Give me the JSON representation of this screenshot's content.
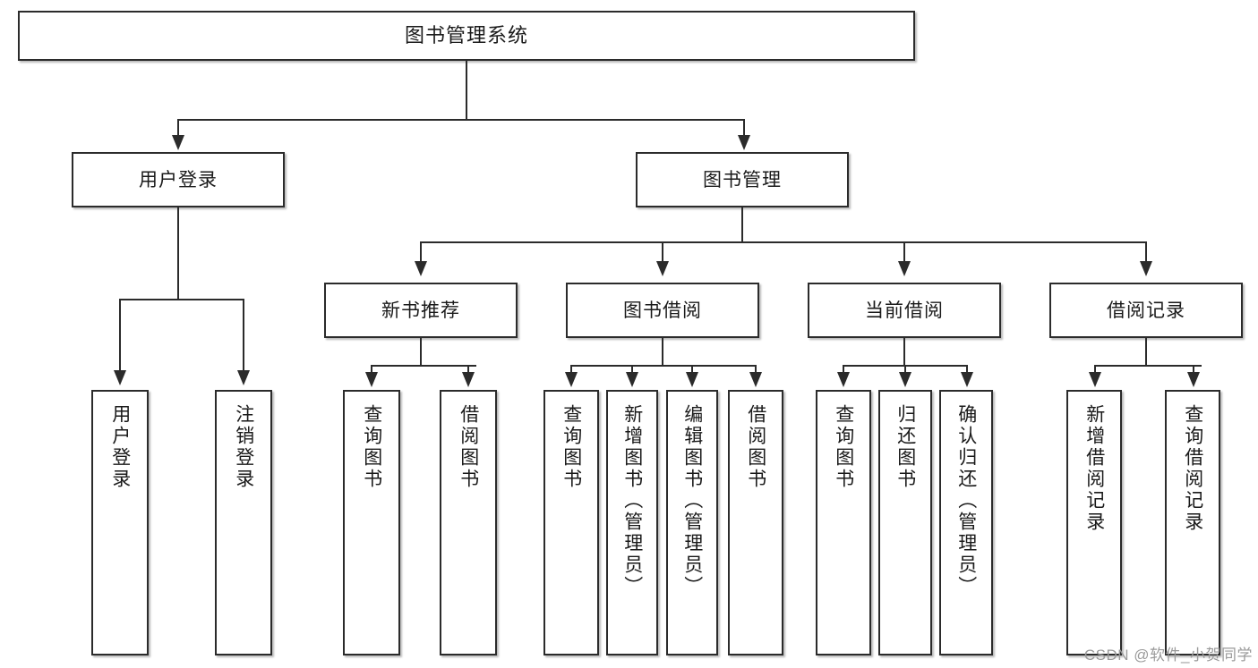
{
  "diagram": {
    "title": "图书管理系统",
    "type": "功能结构图",
    "root": {
      "label": "图书管理系统"
    },
    "level1": [
      {
        "label": "用户登录"
      },
      {
        "label": "图书管理"
      }
    ],
    "level2": [
      {
        "label": "新书推荐"
      },
      {
        "label": "图书借阅"
      },
      {
        "label": "当前借阅"
      },
      {
        "label": "借阅记录"
      }
    ],
    "leaves": {
      "user_login": [
        {
          "label": "用户登录"
        },
        {
          "label": "注销登录"
        }
      ],
      "new_book_recommend": [
        {
          "label": "查询图书"
        },
        {
          "label": "借阅图书"
        }
      ],
      "book_borrow": [
        {
          "label": "查询图书"
        },
        {
          "label": "新增图书（管理员）"
        },
        {
          "label": "编辑图书（管理员）"
        },
        {
          "label": "借阅图书"
        }
      ],
      "current_borrow": [
        {
          "label": "查询图书"
        },
        {
          "label": "归还图书"
        },
        {
          "label": "确认归还（管理员）"
        }
      ],
      "borrow_record": [
        {
          "label": "新增借阅记录"
        },
        {
          "label": "查询借阅记录"
        }
      ]
    }
  },
  "watermark": {
    "text": "CSDN @软件_小贺同学"
  },
  "colors": {
    "stroke": "#2b2b2b",
    "fill": "#ffffff",
    "text": "#1a1a1a",
    "watermark": "#9a9a9a"
  }
}
